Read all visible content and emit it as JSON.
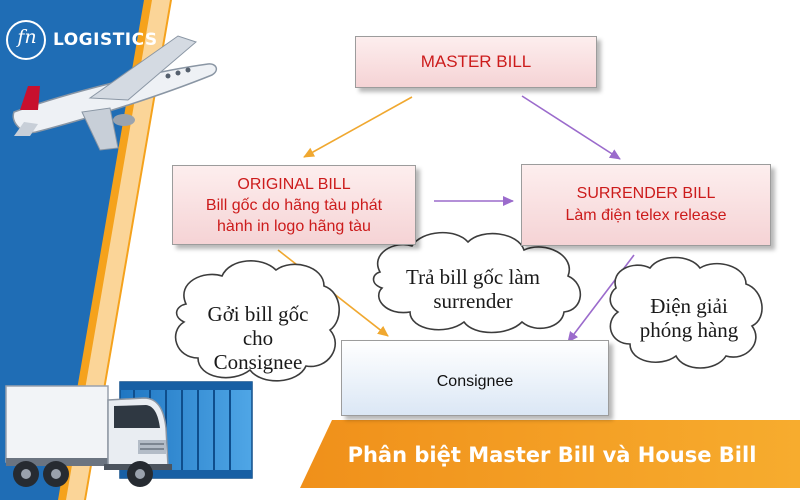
{
  "logo": {
    "mark": "fn",
    "text": "LOGISTICS"
  },
  "boxes": {
    "master": {
      "label": "MASTER BILL"
    },
    "original": {
      "label": "ORIGINAL BILL",
      "line1": "Bill gốc do hãng tàu phát",
      "line2": "hành in logo hãng tàu"
    },
    "surrender": {
      "label": "SURRENDER BILL",
      "line1": "Làm điện telex release"
    },
    "consignee": {
      "label": "Consignee"
    }
  },
  "clouds": {
    "send": {
      "line1": "Gởi bill gốc",
      "line2": "cho",
      "line3": "Consignee"
    },
    "return": {
      "line1": "Trả bill gốc làm",
      "line2": "surrender"
    },
    "telex": {
      "line1": "Điện giải",
      "line2": "phóng hàng"
    }
  },
  "banner": {
    "title": "Phân biệt Master Bill và House Bill"
  },
  "colors": {
    "blue_panel": "#1f6db5",
    "orange_panel": "#f5a21c",
    "arrow_orange": "#f0a830",
    "arrow_purple": "#9b6bcc",
    "box_text_red": "#cc1b1b"
  }
}
